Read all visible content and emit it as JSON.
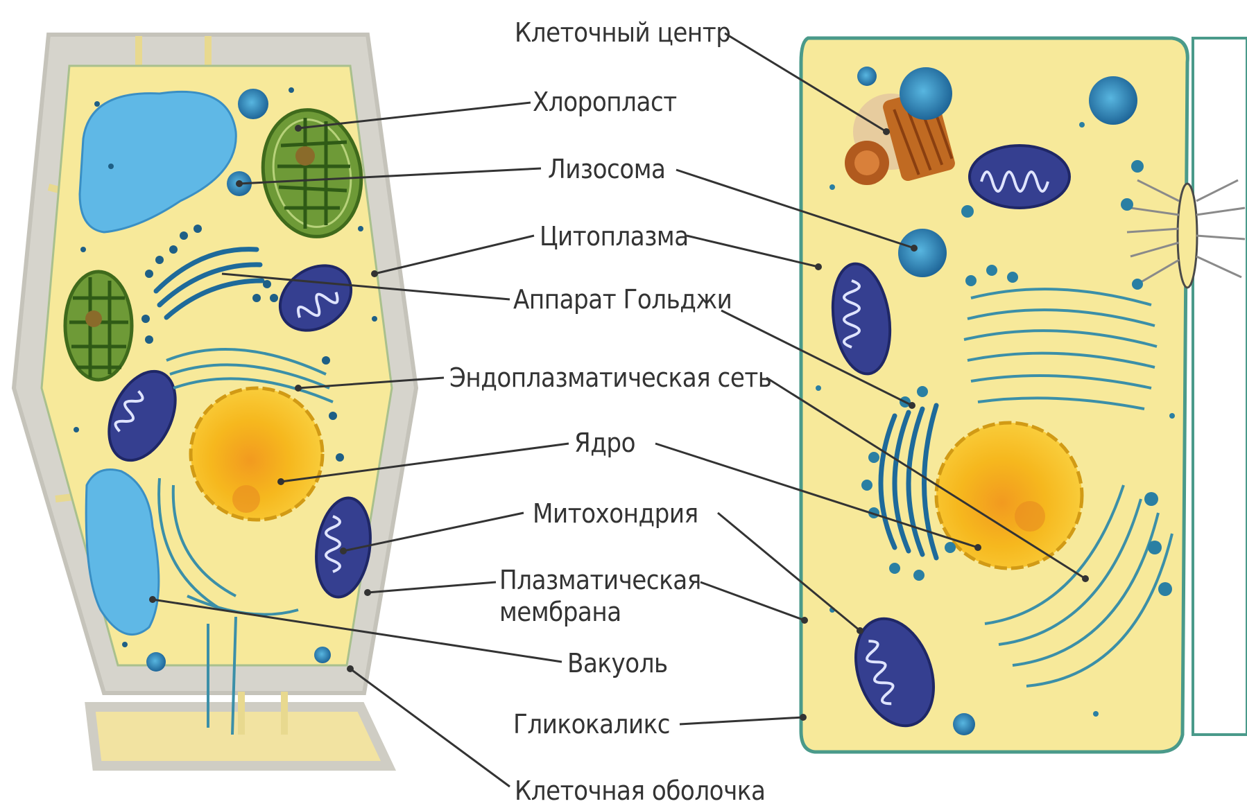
{
  "labels": {
    "cell_center": "Клеточный центр",
    "chloroplast": "Хлоропласт",
    "lysosome": "Лизосома",
    "cytoplasm": "Цитоплазма",
    "golgi": "Аппарат Гольджи",
    "er": "Эндоплазматическая сеть",
    "nucleus": "Ядро",
    "mitochondria": "Митохондрия",
    "plasma_membrane_1": "Плазматическая",
    "plasma_membrane_2": "мембрана",
    "vacuole": "Вакуоль",
    "glycocalyx": "Гликокаликс",
    "cell_wall": "Клеточная оболочка"
  },
  "colors": {
    "cytoplasm": "#f7e99a",
    "cell_wall": "#c9c7bf",
    "vacuole": "#5fb8e6",
    "chloroplast": "#5e8e2b",
    "mitochondria": "#353f90",
    "nucleus": "#f5b81f",
    "er": "#3b8fa8",
    "golgi": "#1e6a9a",
    "lysosome": "#1f6f9f",
    "centriole": "#c06a22",
    "leader": "#333333"
  }
}
